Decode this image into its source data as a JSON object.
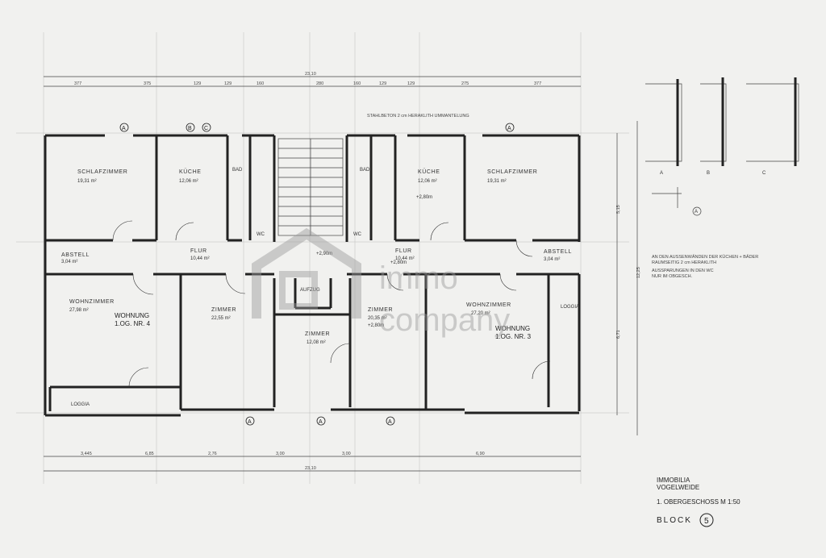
{
  "overall_dim": "23,10",
  "top_dims": [
    "377",
    "375",
    "129",
    "129",
    "160",
    "280",
    "160",
    "129",
    "129",
    "275",
    "377"
  ],
  "bottom_dims": [
    "3,445",
    "6,85",
    "2,76",
    "3,00",
    "3,00",
    "6,90"
  ],
  "side_dims": [
    "5,15",
    "12,25",
    "6,71"
  ],
  "stahlbeton_note": "STAHLBETON 2 cm HERAKLITH UMMANTELUNG",
  "markers": [
    "A",
    "B",
    "C"
  ],
  "rooms": {
    "schlaf_left": {
      "name": "SCHLAFZIMMER",
      "area": "19,31 m²"
    },
    "kueche_left": {
      "name": "KÜCHE",
      "area": "12,06 m²"
    },
    "kueche_right": {
      "name": "KÜCHE",
      "area": "12,06 m²"
    },
    "schlaf_right": {
      "name": "SCHLAFZIMMER",
      "area": "19,31 m²"
    },
    "flur_left": {
      "name": "FLUR",
      "area": "10,44 m²"
    },
    "flur_right": {
      "name": "FLUR",
      "area": "10,44 m²"
    },
    "abstell_left": {
      "name": "ABSTELL",
      "area": "3,04 m²"
    },
    "abstell_right": {
      "name": "ABSTELL",
      "area": "3,04 m²"
    },
    "wohn_left": {
      "name": "WOHNZIMMER",
      "area": "27,98 m²"
    },
    "wohn_right": {
      "name": "WOHNZIMMER",
      "area": "27,20 m²"
    },
    "wohnung_left": {
      "l1": "WOHNUNG",
      "l2": "1.OG. NR. 4"
    },
    "wohnung_right": {
      "l1": "WOHNUNG",
      "l2": "1.OG. NR. 3"
    },
    "zimmer_1": {
      "name": "ZIMMER",
      "area": "22,55 m²"
    },
    "zimmer_2": {
      "name": "ZIMMER",
      "area": "12,08 m²"
    },
    "zimmer_3": {
      "name": "ZIMMER",
      "area": "20,35 m²"
    },
    "aufzug": {
      "name": "AUFZUG"
    },
    "loggia_left": {
      "name": "LOGGIA"
    },
    "loggia_right": {
      "name": "LOGGIA"
    },
    "bad_left": {
      "name": "BAD"
    },
    "bad_right": {
      "name": "BAD"
    },
    "wc_left": {
      "name": "WC"
    },
    "wc_right": {
      "name": "WC"
    }
  },
  "level_marks": [
    "+2,80m",
    "+2,90m",
    "+2,80m",
    "+2,80m"
  ],
  "notes": {
    "line1": "AN DEN AUSSENWÄNDEN DER KÜCHEN + BÄDER",
    "line2": "RAUMSEITIG 2 cm HERAKLITH",
    "line3": "AUSSPARUNGEN IN DEN WC",
    "line4": "NUR IM OBGESCH."
  },
  "title_block": {
    "line1": "IMMOBILIA",
    "line2": "VOGELWEIDE",
    "line3": "1. OBERGESCHOSS M 1:50",
    "block_label": "BLOCK",
    "block_no": "5"
  },
  "watermark": {
    "line1": "immo",
    "line2": "company"
  }
}
